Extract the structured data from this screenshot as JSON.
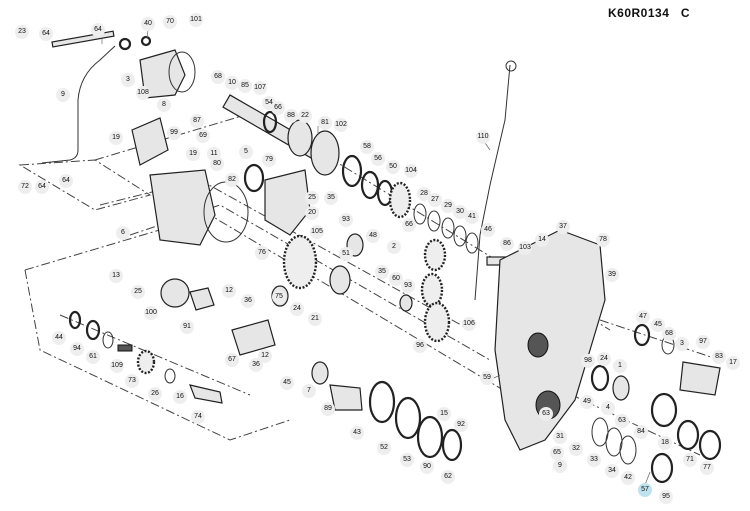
{
  "drawing_code": "K60R0134",
  "revision": "C",
  "highlight_color": "#bfe3ee",
  "callout_color": "#eeeeee",
  "highlighted_callout": "57",
  "callouts": [
    "64",
    "40",
    "70",
    "101",
    "64",
    "23",
    "3",
    "68",
    "10",
    "85",
    "107",
    "108",
    "8",
    "87",
    "54",
    "66",
    "88",
    "22",
    "81",
    "102",
    "9",
    "11",
    "69",
    "99",
    "19",
    "19",
    "80",
    "5",
    "79",
    "58",
    "56",
    "50",
    "104",
    "110",
    "72",
    "64",
    "64",
    "82",
    "28",
    "27",
    "29",
    "30",
    "41",
    "25",
    "20",
    "35",
    "93",
    "66",
    "103",
    "37",
    "78",
    "6",
    "76",
    "105",
    "48",
    "2",
    "46",
    "86",
    "14",
    "13",
    "51",
    "35",
    "60",
    "93",
    "25",
    "39",
    "100",
    "12",
    "36",
    "75",
    "24",
    "21",
    "96",
    "106",
    "47",
    "45",
    "68",
    "3",
    "97",
    "44",
    "91",
    "94",
    "61",
    "109",
    "67",
    "73",
    "36",
    "12",
    "45",
    "7",
    "89",
    "59",
    "98",
    "24",
    "1",
    "83",
    "17",
    "26",
    "16",
    "74",
    "43",
    "52",
    "15",
    "92",
    "49",
    "4",
    "63",
    "84",
    "18",
    "71",
    "53",
    "90",
    "62",
    "31",
    "65",
    "9",
    "32",
    "33",
    "34",
    "42",
    "57",
    "95",
    "77",
    "63"
  ]
}
